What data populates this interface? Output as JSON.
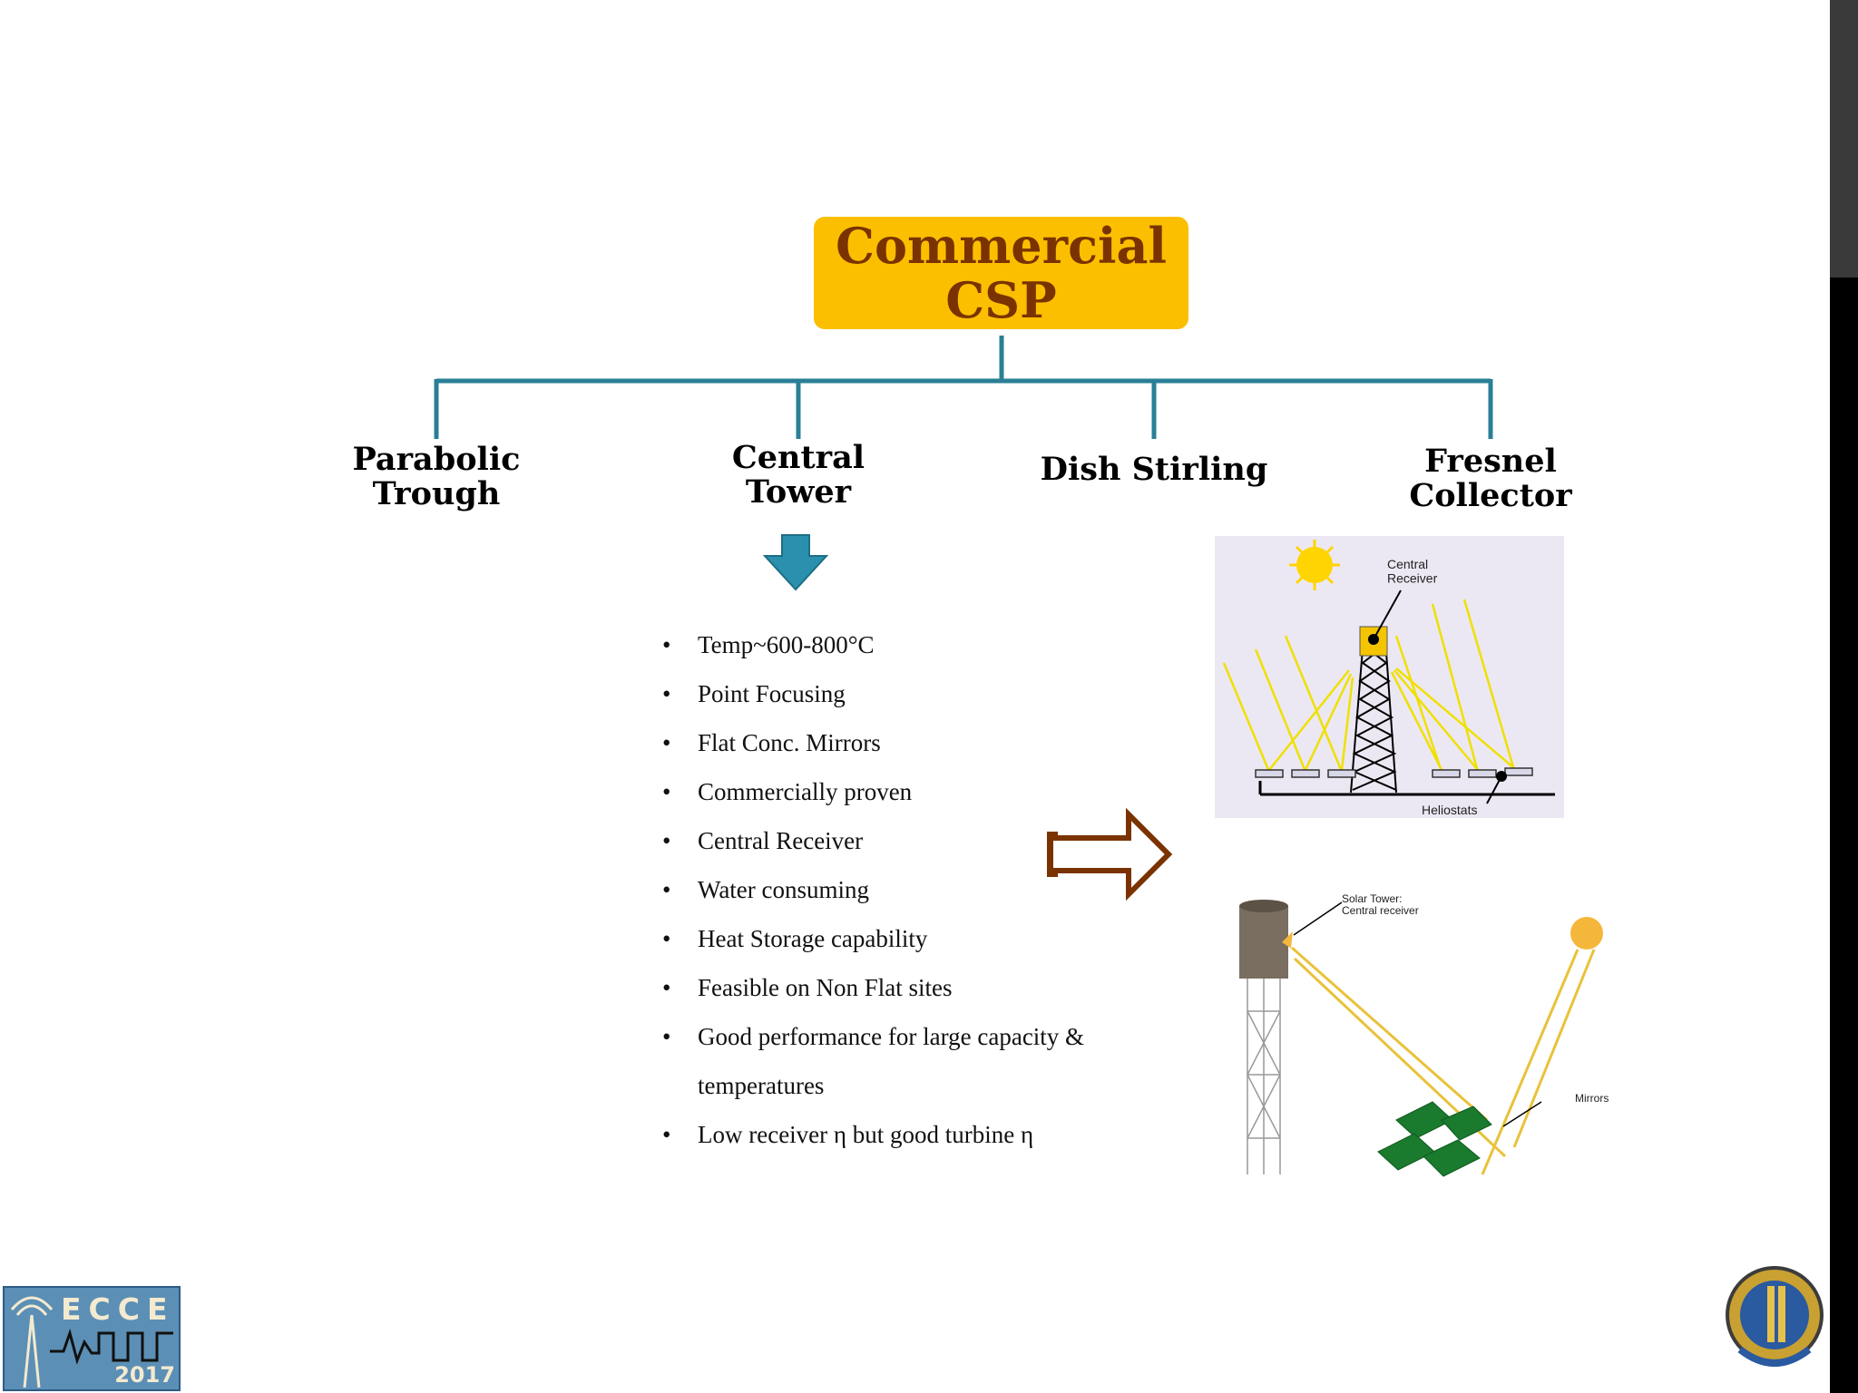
{
  "diagram": {
    "root": "Commercial\nCSP",
    "categories": [
      "Parabolic\nTrough",
      "Central\nTower",
      "Dish Stirling",
      "Fresnel\nCollector"
    ]
  },
  "bullets": [
    "Temp~600-800°C",
    "Point Focusing",
    "Flat Conc. Mirrors",
    "Commercially proven",
    "Central Receiver",
    "Water consuming",
    "Heat Storage capability",
    "Feasible on Non Flat sites",
    "Good performance for large capacity & temperatures",
    "Low receiver η but good turbine η"
  ],
  "bullet_symbol": "•",
  "photo1_labels": {
    "receiver": "Central\nReceiver",
    "heliostats": "Heliostats"
  },
  "photo2_labels": {
    "tower": "Solar Tower:\nCentral receiver",
    "mirrors": "Mirrors"
  },
  "logos": {
    "left_word": "ECCE",
    "left_year": "2017"
  },
  "colors": {
    "root_fill": "#fbbf00",
    "root_text": "#7a3300",
    "connector": "#2a7f95",
    "down_arrow": "#2a90ad",
    "right_arrow": "#7a3300"
  },
  "icons": [
    "down-arrow-icon",
    "right-arrow-icon"
  ]
}
